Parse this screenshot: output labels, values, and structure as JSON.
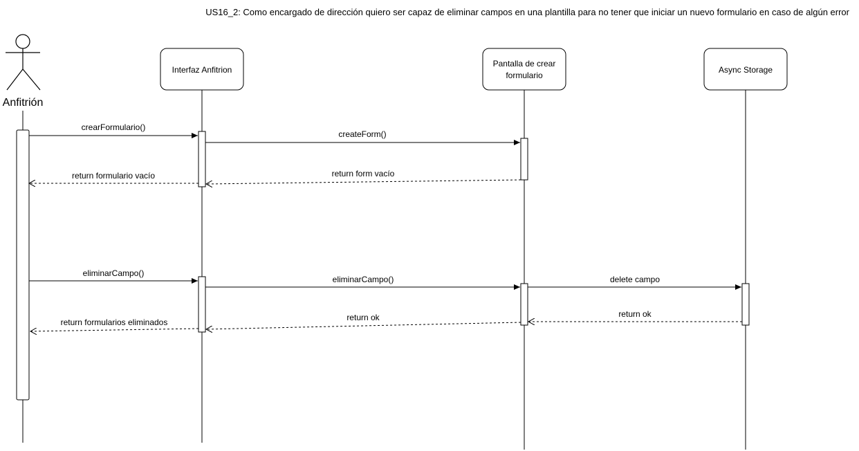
{
  "title": "US16_2: Como encargado de dirección quiero ser capaz de eliminar campos en una plantilla para no tener que iniciar un nuevo formulario en caso de algún error",
  "actor": {
    "name": "Anfitrión"
  },
  "participants": [
    {
      "id": "interfaz",
      "lines": [
        "Interfaz Anfitrion"
      ]
    },
    {
      "id": "pantalla",
      "lines": [
        "Pantalla de crear",
        "formulario"
      ]
    },
    {
      "id": "storage",
      "lines": [
        "Async Storage"
      ]
    }
  ],
  "messages": [
    {
      "from": "anfitrion",
      "to": "interfaz",
      "type": "call",
      "label": "crearFormulario()"
    },
    {
      "from": "interfaz",
      "to": "pantalla",
      "type": "call",
      "label": "createForm()"
    },
    {
      "from": "pantalla",
      "to": "interfaz",
      "type": "return",
      "label": "return form vacío"
    },
    {
      "from": "interfaz",
      "to": "anfitrion",
      "type": "return",
      "label": "return formulario vacío"
    },
    {
      "from": "anfitrion",
      "to": "interfaz",
      "type": "call",
      "label": "eliminarCampo()"
    },
    {
      "from": "interfaz",
      "to": "pantalla",
      "type": "call",
      "label": "eliminarCampo()"
    },
    {
      "from": "pantalla",
      "to": "storage",
      "type": "call",
      "label": "delete campo"
    },
    {
      "from": "storage",
      "to": "pantalla",
      "type": "return",
      "label": "return ok"
    },
    {
      "from": "pantalla",
      "to": "interfaz",
      "type": "return",
      "label": "return ok"
    },
    {
      "from": "interfaz",
      "to": "anfitrion",
      "type": "return",
      "label": "return formularios eliminados"
    }
  ]
}
